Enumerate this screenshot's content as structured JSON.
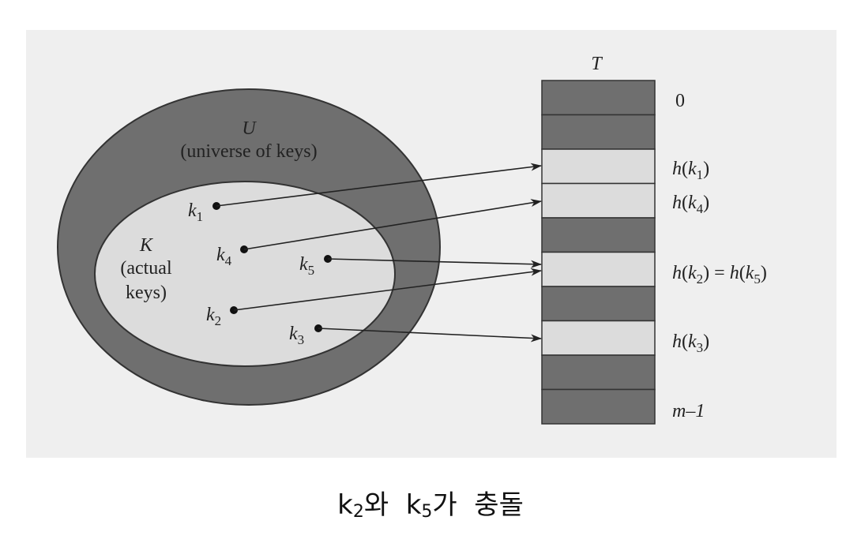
{
  "universe": {
    "symbol": "U",
    "label": "(universe of keys)"
  },
  "actual": {
    "symbol": "K",
    "line1": "(actual",
    "line2": "keys)"
  },
  "table": {
    "symbol": "T",
    "slot_labels": {
      "first": "0",
      "k1": "h(k1)",
      "k4": "h(k4)",
      "k2k5": "h(k2) = h(k5)",
      "k3": "h(k3)",
      "last": "m–1"
    },
    "slots": [
      {
        "state": "empty"
      },
      {
        "state": "empty"
      },
      {
        "state": "used",
        "key": "k1"
      },
      {
        "state": "used",
        "key": "k4"
      },
      {
        "state": "empty"
      },
      {
        "state": "used",
        "key": "k2,k5"
      },
      {
        "state": "empty"
      },
      {
        "state": "used",
        "key": "k3"
      },
      {
        "state": "empty"
      },
      {
        "state": "empty"
      }
    ]
  },
  "keys": [
    "k1",
    "k4",
    "k5",
    "k2",
    "k3"
  ],
  "mapping": [
    {
      "key": "k1",
      "slot": 2
    },
    {
      "key": "k4",
      "slot": 3
    },
    {
      "key": "k5",
      "slot": 5
    },
    {
      "key": "k2",
      "slot": 5
    },
    {
      "key": "k3",
      "slot": 7
    }
  ],
  "caption": {
    "a": "k",
    "a_sub": "2",
    "b": "와  k",
    "b_sub": "5",
    "c": "가  충돌"
  },
  "colors": {
    "background": "#efefef",
    "universe": "#6f6f6f",
    "actual": "#dcdcdc",
    "slot_empty": "#6f6f6f",
    "slot_used": "#dcdcdc",
    "ink": "#222222"
  }
}
